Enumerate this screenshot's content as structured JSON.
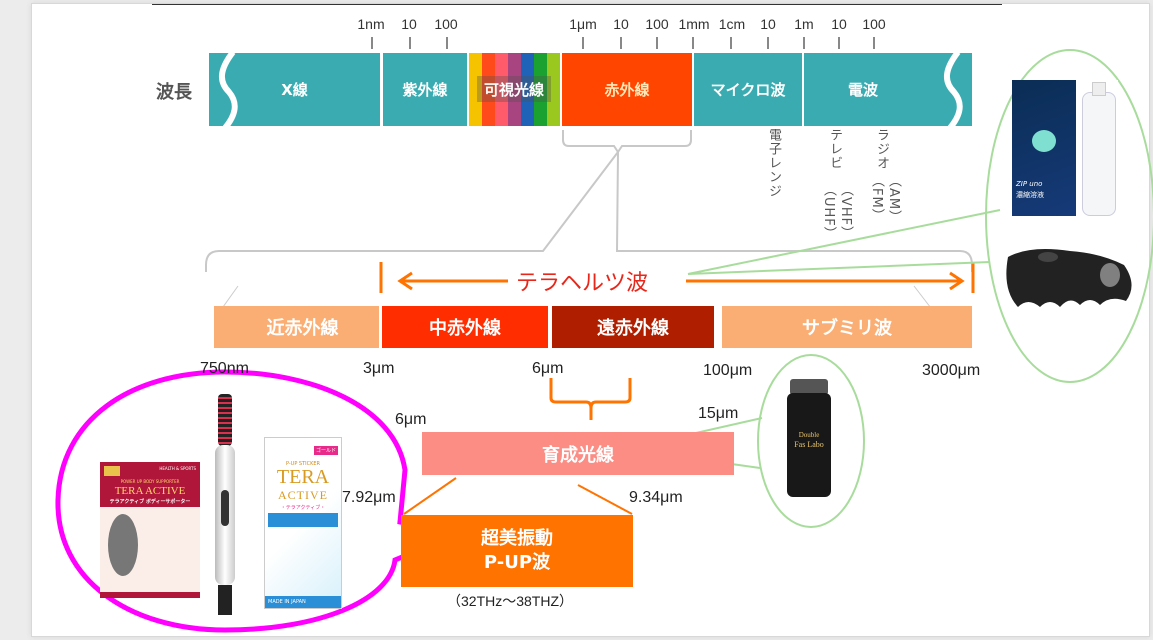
{
  "spectrum": {
    "row_label": "波長",
    "ticks": [
      "1nm",
      "10",
      "100",
      "1μm",
      "10",
      "100",
      "1mm",
      "1cm",
      "10",
      "1m",
      "10",
      "100"
    ],
    "bands": {
      "xray": "X線",
      "uv": "紫外線",
      "visible": "可視光線",
      "infrared": "赤外線",
      "microwave": "マイクロ波",
      "radio": "電波"
    },
    "visible_colors": [
      "#f5c300",
      "#ff4a1c",
      "#ff5b6a",
      "#a8447f",
      "#1f63b8",
      "#1aa130",
      "#9ac81f"
    ],
    "applications": {
      "microwave_oven": "電子レンジ",
      "tv": "テレビ",
      "tv_uhf": "（UHF）",
      "tv_vhf": "（VHF）",
      "radio": "ラジオ",
      "radio_fm": "（FM）",
      "radio_am": "（AM）"
    }
  },
  "infrared_detail": {
    "terahertz_label": "テラヘルツ波",
    "sub_bands": {
      "near": "近赤外線",
      "mid": "中赤外線",
      "far": "遠赤外線",
      "submm": "サブミリ波"
    },
    "boundaries": [
      "750nm",
      "3μm",
      "6μm",
      "100μm",
      "3000μm"
    ]
  },
  "growth_rays": {
    "label": "育成光線",
    "start": "6μm",
    "end": "15μm"
  },
  "pup_wave": {
    "line1": "超美振動",
    "line2": "P-UP波",
    "start": "7.92μm",
    "end": "9.34μm",
    "frequency": "（32THz〜38THZ）"
  },
  "products": {
    "supporter": {
      "brand": "TERA ACTIVE",
      "subtitle": "テラアクティブ ボディーサポーター",
      "tagline": "POWER UP BODY SUPPORTER",
      "category": "HEALTH & SPORTS"
    },
    "sticker": {
      "type": "P-UP STICKER",
      "brand_line1": "TERA",
      "brand_line2": "ACTIVE",
      "kana": "・テラアクティブ・",
      "badge": "ゴールド",
      "origin": "MADE IN JAPAN"
    },
    "solution": {
      "brand": "ZIP uno",
      "name": "濃縮溶液"
    },
    "powder": {
      "line1": "Double",
      "line2": "Fas Labo"
    }
  },
  "colors": {
    "teal": "#3aacb1",
    "infrared": "#ff4500",
    "mid_ir": "#ff2d00",
    "far_ir": "#b01e00",
    "light_orange": "#fbae74",
    "pink_band": "#fb8d84",
    "pup_orange": "#ff7300",
    "magenta": "#ff00ff",
    "green_outline": "#a8dc9c"
  }
}
